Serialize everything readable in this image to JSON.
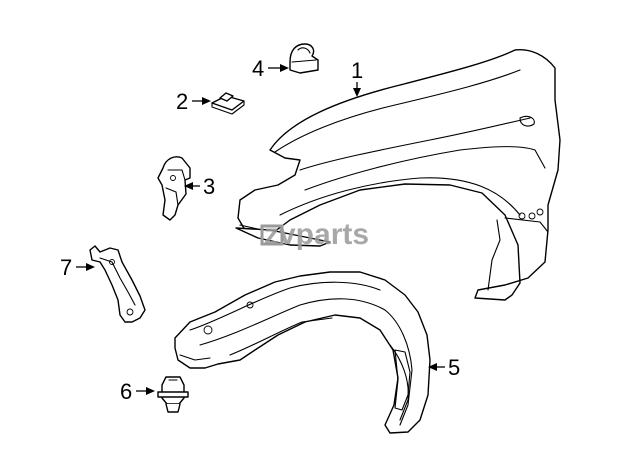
{
  "callouts": [
    {
      "id": "1",
      "label": "1"
    },
    {
      "id": "2",
      "label": "2"
    },
    {
      "id": "3",
      "label": "3"
    },
    {
      "id": "4",
      "label": "4"
    },
    {
      "id": "5",
      "label": "5"
    },
    {
      "id": "6",
      "label": "6"
    },
    {
      "id": "7",
      "label": "7"
    }
  ],
  "watermark": {
    "text": "zvparts"
  },
  "colors": {
    "line": "#000000",
    "background": "#ffffff",
    "watermark": "#9a9a9a"
  }
}
